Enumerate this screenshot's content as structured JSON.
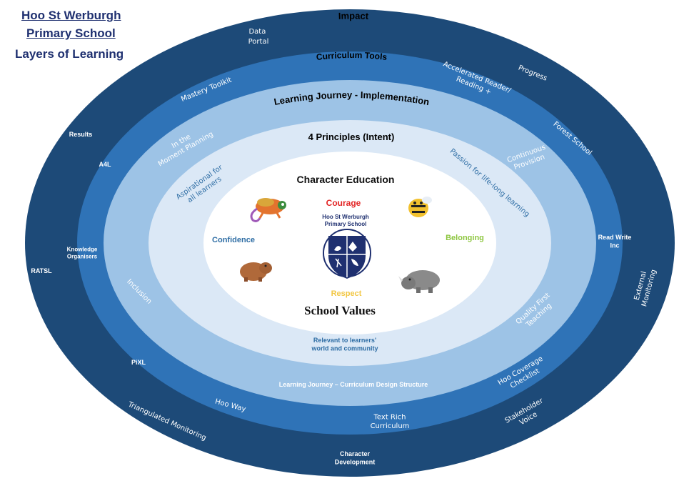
{
  "header": {
    "line1": "Hoo St Werburgh",
    "line2": "Primary School",
    "line3": "Layers of Learning"
  },
  "colors": {
    "ring_impact": "#1d4a78",
    "ring_tools": "#2f73b7",
    "ring_journey": "#9dc3e6",
    "ring_intent": "#dbe8f6",
    "core": "#ffffff",
    "courage": "#e32626",
    "belonging": "#8dc63f",
    "respect": "#f2c744",
    "confidence": "#2e6da4",
    "dark_text": "#111111"
  },
  "layers": {
    "impact": {
      "title": "Impact",
      "items": [
        "Data Portal",
        "Progress",
        "Results",
        "RATSL",
        "External Monitoring",
        "Stakeholder Voice",
        "Character Development",
        "Triangulated Monitoring"
      ]
    },
    "tools": {
      "title": "Curriculum Tools",
      "items": [
        "Mastery Toolkit",
        "Accelerated Reader/ Reading +",
        "Forest School",
        "A4L",
        "Knowledge Organisers",
        "Read Write Inc",
        "PiXL",
        "Hoo Way",
        "Text Rich Curriculum",
        "Hoo Coverage Checklist"
      ]
    },
    "journey": {
      "title": "Learning Journey - Implementation",
      "items": [
        "In the Moment Planning",
        "Continuous Provision",
        "Inclusion",
        "Quality First Teaching",
        "Learning Journey – Curriculum Design Structure"
      ]
    },
    "intent": {
      "title": "4 Principles (Intent)",
      "items": [
        "Aspirational for all learners",
        "Passion for life-long learning",
        "Relevant to learners' world and community"
      ]
    },
    "core": {
      "top_title": "Character Education",
      "bottom_title": "School Values",
      "values": [
        "Courage",
        "Confidence",
        "Belonging",
        "Respect"
      ],
      "logo_line1": "Hoo St Werburgh",
      "logo_line2": "Primary School",
      "mascots": [
        "chameleon-mascot",
        "bee-mascot",
        "capybara-mascot",
        "rhino-mascot"
      ]
    }
  }
}
